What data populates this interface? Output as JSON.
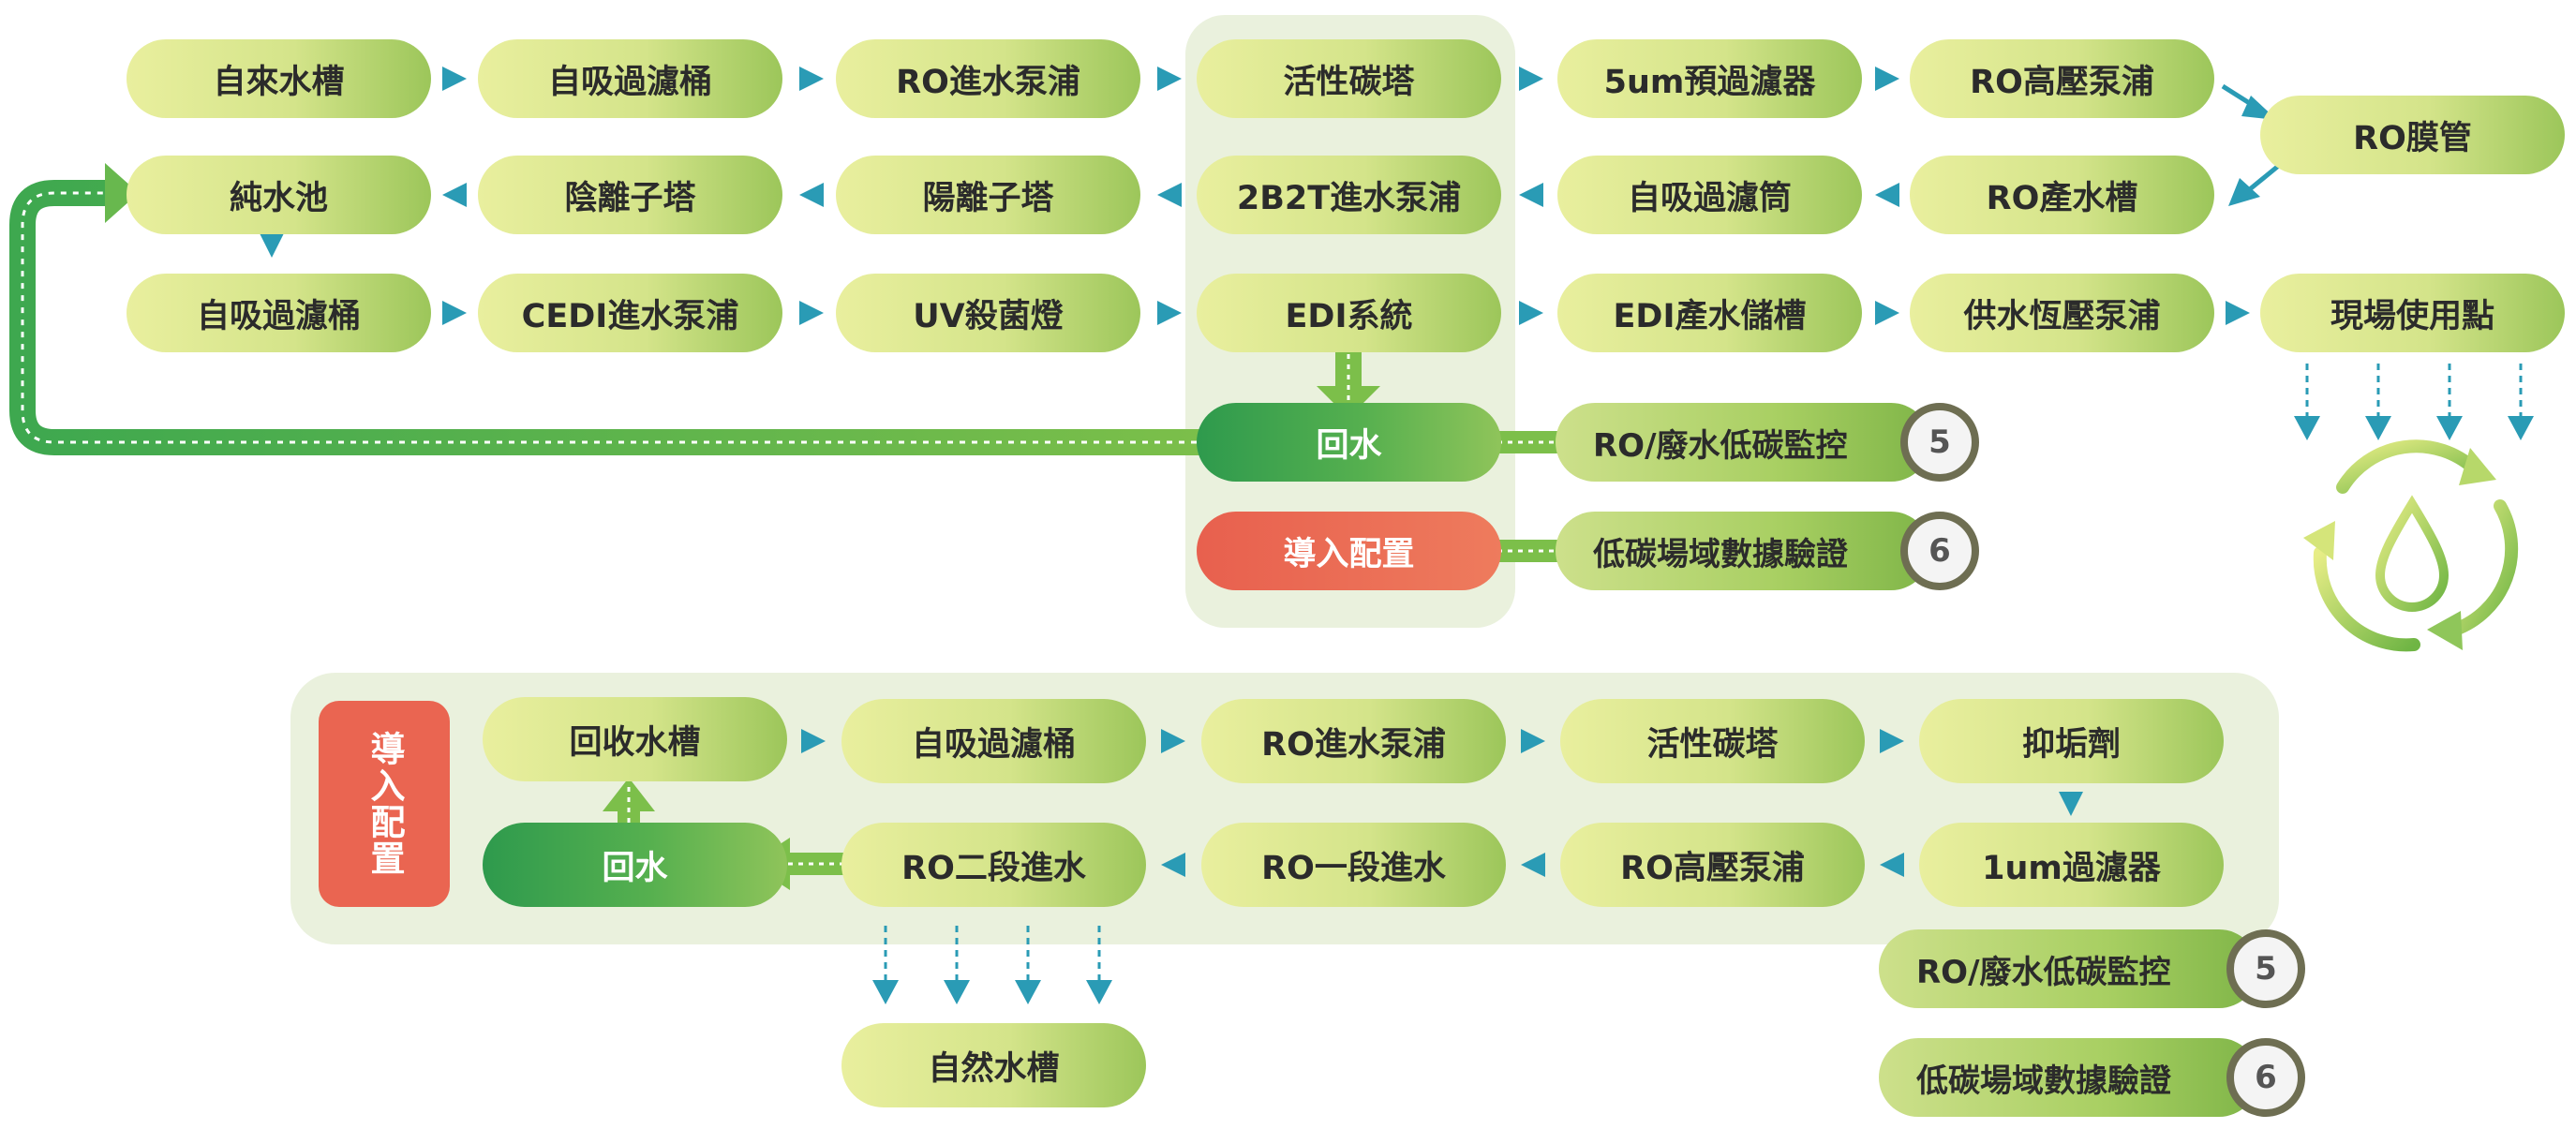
{
  "diagram": {
    "top": {
      "row1": [
        "自來水槽",
        "自吸過濾桶",
        "RO進水泵浦",
        "活性碳塔",
        "5um預過濾器",
        "RO高壓泵浦"
      ],
      "ro_membrane": "RO膜管",
      "row2": [
        "純水池",
        "陰離子塔",
        "陽離子塔",
        "2B2T進水泵浦",
        "自吸過濾筒",
        "RO產水槽"
      ],
      "row3": [
        "自吸過濾桶",
        "CEDI進水泵浦",
        "UV殺菌燈",
        "EDI系統",
        "EDI產水儲槽",
        "供水恆壓泵浦",
        "現場使用點"
      ],
      "recycle": "回水",
      "intro": "導入配置",
      "monitor_ro": {
        "label": "RO/廢水低碳監控",
        "badge": "5"
      },
      "monitor_data": {
        "label": "低碳場域數據驗證",
        "badge": "6"
      }
    },
    "bottom": {
      "title": "導入配置",
      "row1": [
        "回收水槽",
        "自吸過濾桶",
        "RO進水泵浦",
        "活性碳塔",
        "抑垢劑"
      ],
      "row2": [
        "回水",
        "RO二段進水",
        "RO一段進水",
        "RO高壓泵浦",
        "1um過濾器"
      ],
      "tank": "自然水槽",
      "monitor_ro": {
        "label": "RO/廢水低碳監控",
        "badge": "5"
      },
      "monitor_data": {
        "label": "低碳場域數據驗證",
        "badge": "6"
      }
    }
  },
  "colors": {
    "pill_light": "#e9ef9e",
    "pill_dark": "#9cc65a",
    "recycle_green": "#2e9a4d",
    "intro_red": "#e8604e",
    "arrow_teal": "#2a9bb5",
    "panel_bg": "#eaf1dd"
  },
  "icons": {
    "recycle_drop": "water-drop-recycle-icon"
  }
}
